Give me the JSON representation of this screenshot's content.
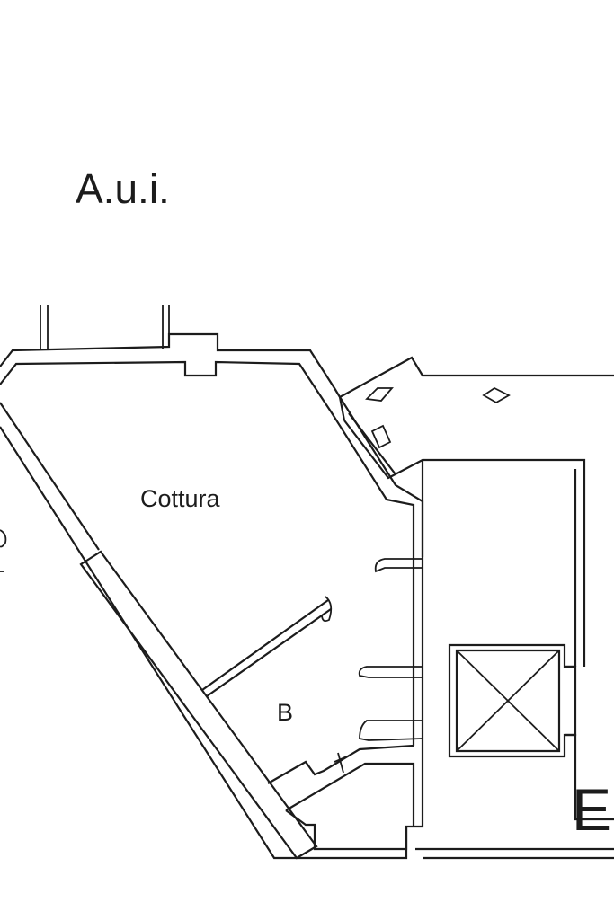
{
  "title": "A.u.i.",
  "rooms": {
    "cottura": "Cottura",
    "bagno": "B"
  },
  "edge_label": "E",
  "colors": {
    "ink": "#1c1c1c",
    "paper": "#ffffff"
  }
}
